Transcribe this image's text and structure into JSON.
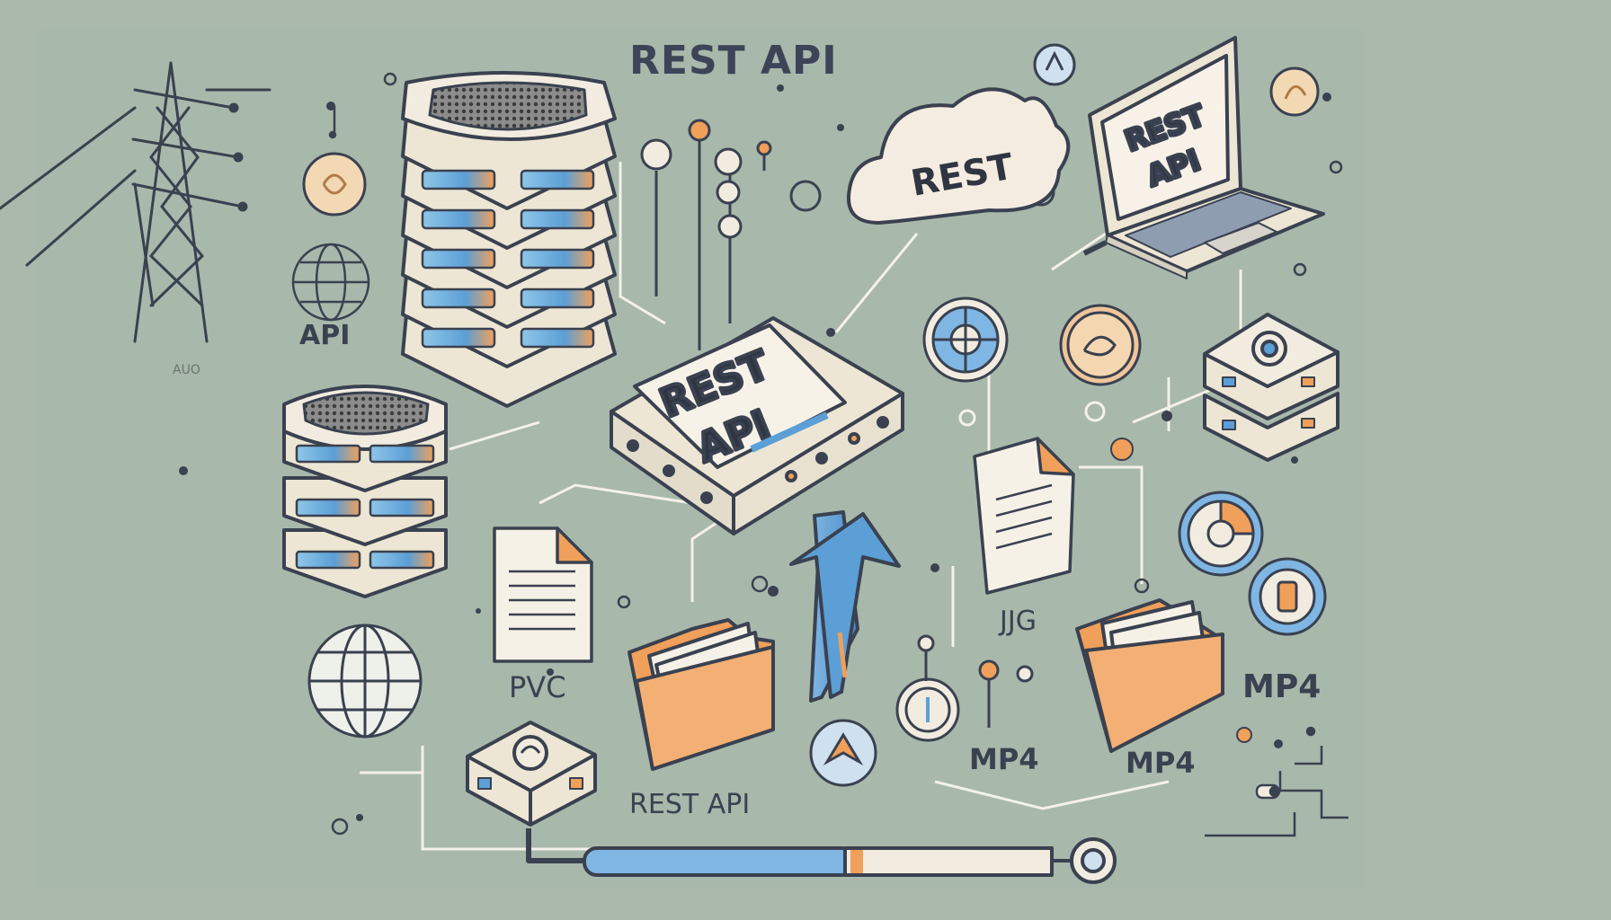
{
  "title": "REST API",
  "labels": {
    "api_left": "API",
    "tiny_text": "AUO",
    "pvc": "PVC",
    "rest_api_bottom": "REST API",
    "jjg": "JJG",
    "mp4_center": "MP4",
    "mp4_folder": "MP4",
    "mp4_right": "MP4"
  },
  "cloud_text": "REST",
  "laptop_screen": {
    "line1": "REST",
    "line2": "API"
  },
  "center_device": {
    "line1": "REST",
    "line2": "API"
  },
  "colors": {
    "background": "#aab9ab",
    "ink": "#3a4150",
    "accent_orange": "#f0a05a",
    "accent_blue": "#5c9fd6",
    "panel_cream": "#f1ecdf"
  },
  "icons": [
    "power-tower-icon",
    "globe-icon",
    "server-stack-icon",
    "cloud-icon",
    "laptop-icon",
    "router-icon",
    "document-icon",
    "folder-icon",
    "upload-arrow-icon",
    "cable-icon"
  ]
}
